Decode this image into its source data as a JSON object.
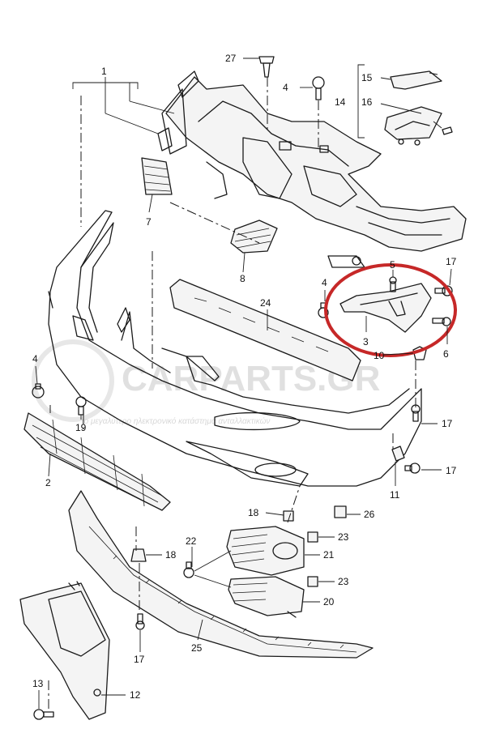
{
  "callouts": {
    "n1": "1",
    "n2": "2",
    "n3": "3",
    "n4a": "4",
    "n4b": "4",
    "n4c": "4",
    "n5": "5",
    "n6": "6",
    "n7": "7",
    "n8": "8",
    "n10": "10",
    "n11": "11",
    "n12": "12",
    "n13": "13",
    "n14": "14",
    "n15": "15",
    "n16": "16",
    "n17a": "17",
    "n17b": "17",
    "n17c": "17",
    "n17d": "17",
    "n18a": "18",
    "n18b": "18",
    "n19": "19",
    "n20": "20",
    "n21": "21",
    "n22": "22",
    "n23a": "23",
    "n23b": "23",
    "n24": "24",
    "n25": "25",
    "n26": "26",
    "n27": "27"
  },
  "watermark": {
    "brand": "CARPARTS.GR",
    "tagline": "το μεγαλύτερο ηλεκτρονικό κατάστημα ανταλλακτικών"
  },
  "highlight": {
    "color": "#c62828"
  }
}
